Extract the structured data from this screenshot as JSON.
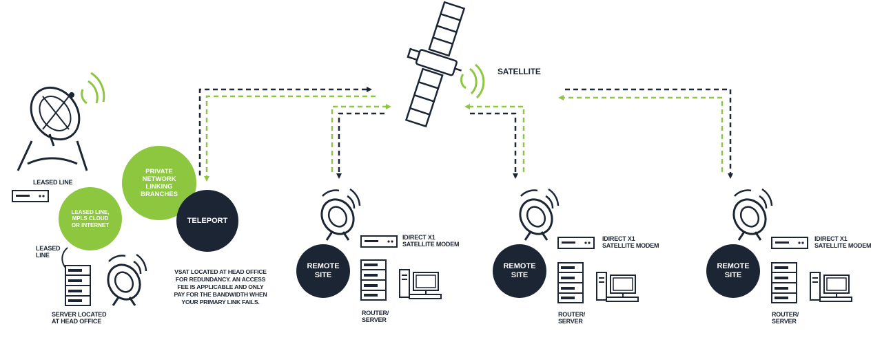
{
  "satellite": {
    "label": "SATELLITE"
  },
  "head_office": {
    "leased_line_top": "LEASED LINE",
    "leased_line_side": "LEASED\nLINE",
    "server_label": "SERVER LOCATED\nAT HEAD OFFICE"
  },
  "bubbles": {
    "leased_line_mpls": "LEASED LINE,\nMPLS CLOUD\nOR INTERNET",
    "private_network": "PRIVATE\nNETWORK\nLINKING\nBRANCHES",
    "teleport": "TELEPORT"
  },
  "vsat_note": "VSAT LOCATED AT HEAD OFFICE\nFOR REDUNDANCY. AN ACCESS\nFEE IS APPLICABLE AND ONLY\nPAY FOR THE BANDWIDTH WHEN\nYOUR PRIMARY LINK FAILS.",
  "remote_sites": [
    {
      "circle": "REMOTE\nSITE",
      "modem": "IDIRECT X1\nSATELLITE MODEM",
      "router": "ROUTER/\nSERVER"
    },
    {
      "circle": "REMOTE\nSITE",
      "modem": "IDIRECT X1\nSATELLITE MODEM",
      "router": "ROUTER/\nSERVER"
    },
    {
      "circle": "REMOTE\nSITE",
      "modem": "IDIRECT X1\nSATELLITE MODEM",
      "router": "ROUTER/\nSERVER"
    }
  ],
  "colors": {
    "dark": "#1c2533",
    "green": "#8dc63f",
    "white": "#ffffff"
  },
  "icons": [
    "satellite-icon",
    "satellite-dish-icon",
    "server-rack-icon",
    "modem-icon",
    "desktop-computer-icon",
    "small-dish-icon"
  ]
}
